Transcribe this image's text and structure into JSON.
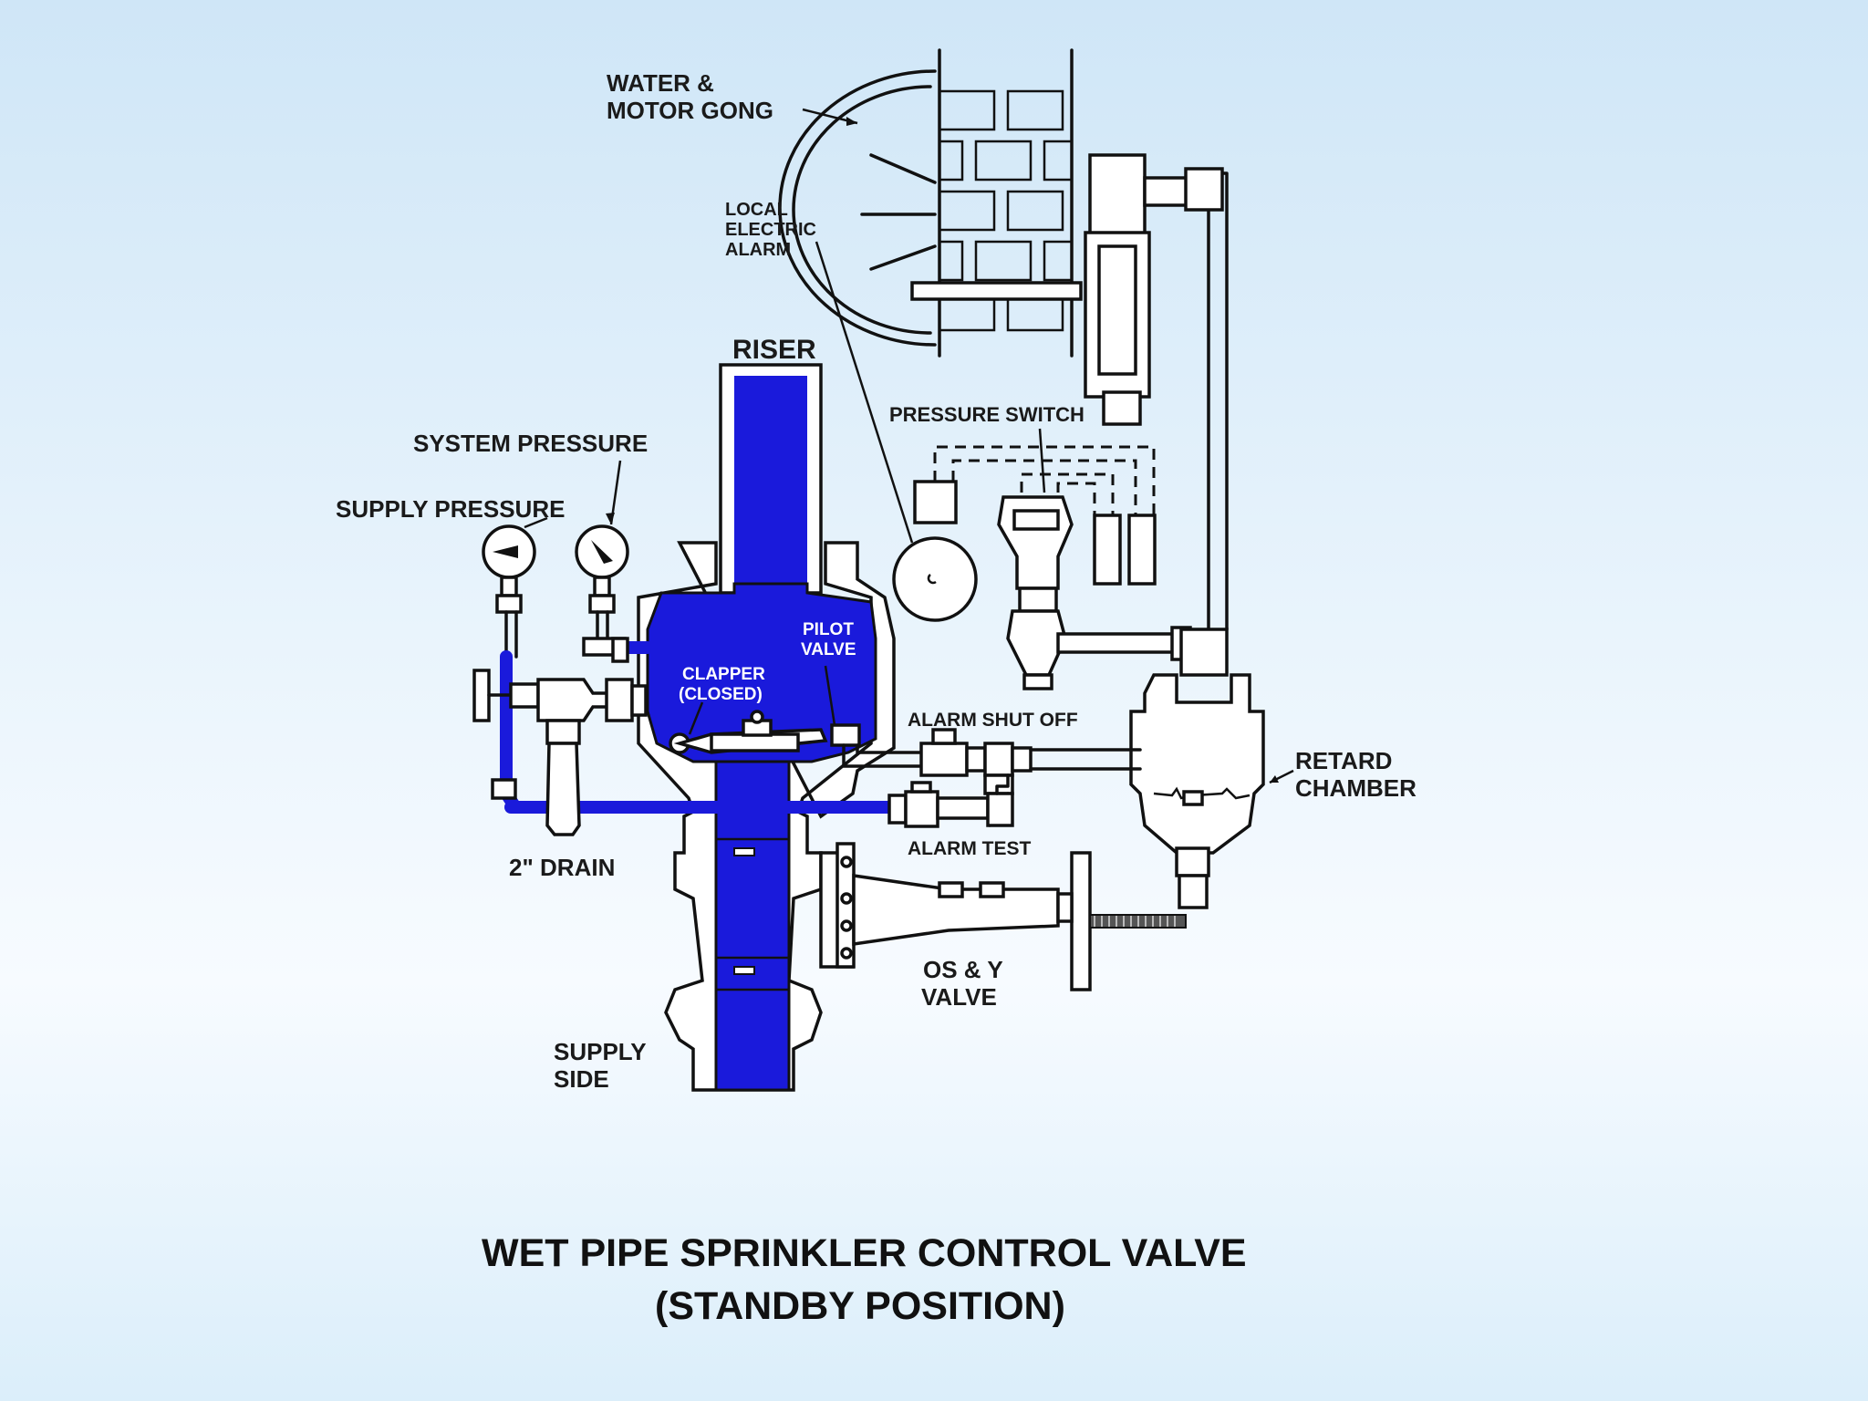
{
  "labels": {
    "water_motor_gong_1": "WATER &",
    "water_motor_gong_2": "MOTOR GONG",
    "local_alarm_1": "LOCAL",
    "local_alarm_2": "ELECTRIC",
    "local_alarm_3": "ALARM",
    "riser": "RISER",
    "pressure_switch": "PRESSURE SWITCH",
    "system_pressure": "SYSTEM PRESSURE",
    "supply_pressure": "SUPPLY PRESSURE",
    "pilot_valve_1": "PILOT",
    "pilot_valve_2": "VALVE",
    "clapper_1": "CLAPPER",
    "clapper_2": "(CLOSED)",
    "alarm_shut_off": "ALARM SHUT OFF",
    "retard_chamber_1": "RETARD",
    "retard_chamber_2": "CHAMBER",
    "drain": "2\" DRAIN",
    "alarm_test": "ALARM TEST",
    "osy_valve_1": "OS & Y",
    "osy_valve_2": "VALVE",
    "supply_side_1": "SUPPLY",
    "supply_side_2": "SIDE"
  },
  "caption": {
    "line1": "WET PIPE SPRINKLER CONTROL VALVE",
    "line2": "(STANDBY POSITION)"
  },
  "colors": {
    "water": "#1a1adb",
    "line": "#111111",
    "background": "#dbeefa"
  }
}
